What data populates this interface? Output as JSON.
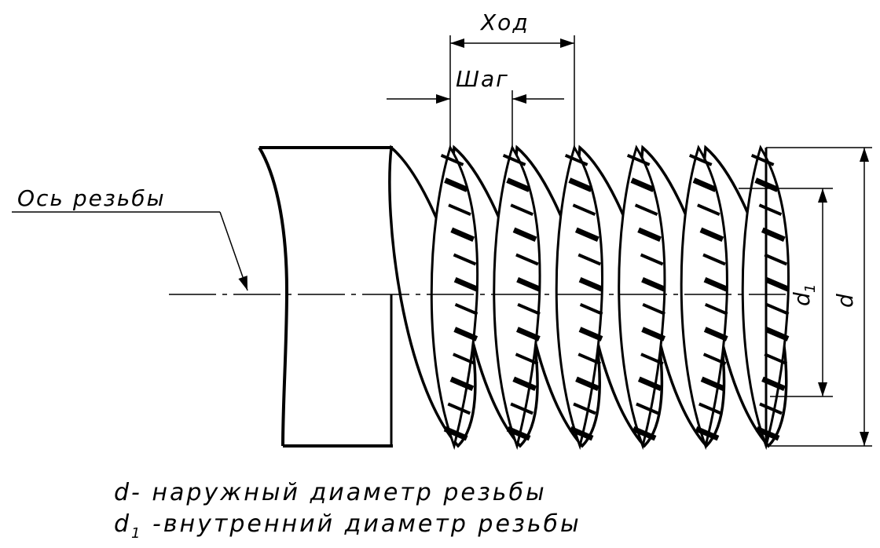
{
  "labels": {
    "lead": "Ход",
    "pitch": "Шаг",
    "axis": "Ось резьбы",
    "minor_d": "d",
    "minor_d_sub": "1",
    "major_d": "d"
  },
  "legend": {
    "line1_symbol": "d",
    "line1_text": "- наружный диаметр резьбы",
    "line2_symbol": "d",
    "line2_sub": "1",
    "line2_text": " -внутренний диаметр резьбы"
  },
  "colors": {
    "ink": "#000000",
    "paper": "#ffffff"
  }
}
